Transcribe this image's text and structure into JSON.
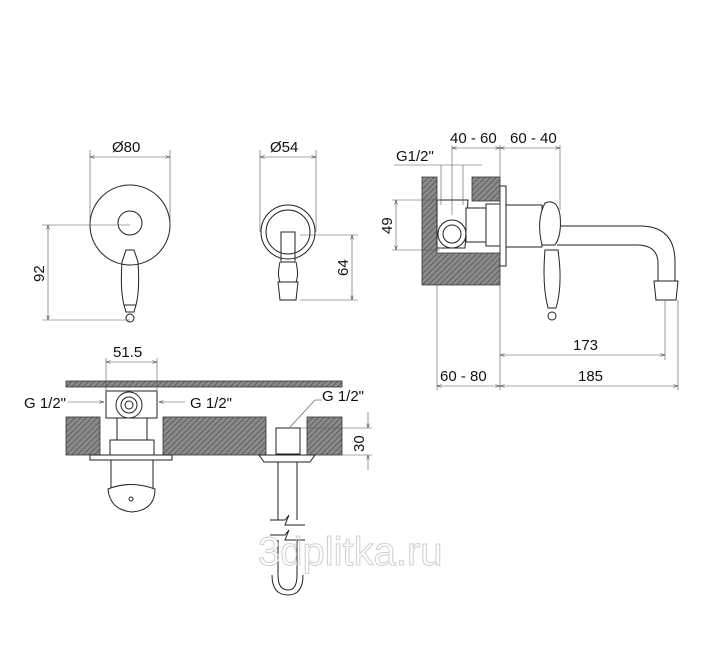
{
  "title": "Wall-mounted mixer technical drawing",
  "front_view": {
    "diameter": "Ø80",
    "height": "92"
  },
  "side_view": {
    "diameter": "Ø54",
    "height": "64"
  },
  "section_view": {
    "thread": "G1/2\"",
    "depth_a": "40 - 60",
    "depth_b": "60 - 40",
    "body_height": "49",
    "spout_reach": "173",
    "total_reach": "185",
    "wall_depth": "60 - 80"
  },
  "top_view": {
    "width": "51.5",
    "inlet_left": "G 1/2\"",
    "inlet_right": "G 1/2\"",
    "outlet": "G 1/2\"",
    "outlet_depth": "30"
  },
  "watermark": "3dplitka.ru"
}
